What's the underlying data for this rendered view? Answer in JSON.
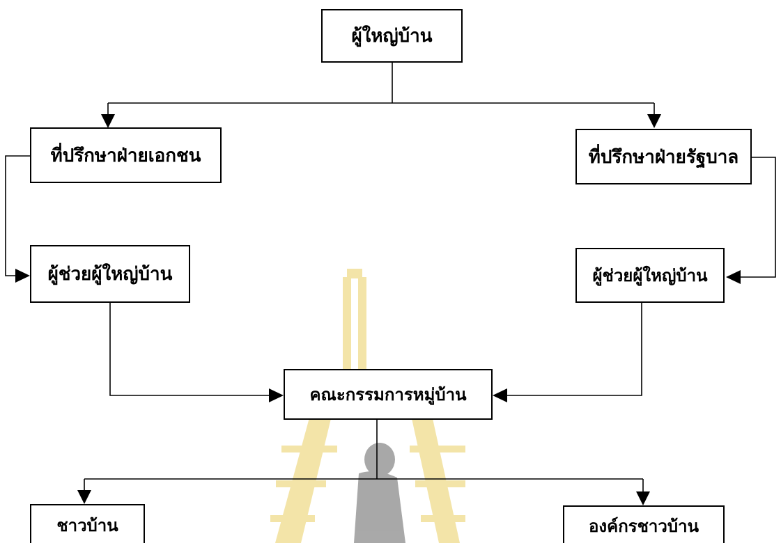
{
  "nodes": {
    "headman": "ผู้ใหญ่บ้าน",
    "private_advisor": "ที่ปรึกษาฝ่ายเอกชน",
    "gov_advisor": "ที่ปรึกษาฝ่ายรัฐบาล",
    "assistant_left": "ผู้ช่วยผู้ใหญ่บ้าน",
    "assistant_right": "ผู้ช่วยผู้ใหญ่บ้าน",
    "committee": "คณะกรรมการหมู่บ้าน",
    "villagers": "ชาวบ้าน",
    "village_orgs": "องค์กรชาวบ้าน"
  },
  "colors": {
    "line": "#000000",
    "box_border": "#000000",
    "watermark_gold": "#e8c957",
    "watermark_gray": "#8f8f8f"
  },
  "watermark": "university-seal-watermark"
}
